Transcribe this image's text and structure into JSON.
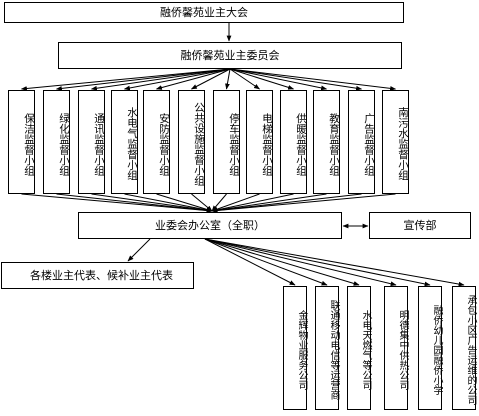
{
  "top": {
    "label": "融侨馨苑业主大会"
  },
  "committee": {
    "label": "融侨馨苑业主委员会"
  },
  "groups": [
    {
      "label": "保洁监督小组"
    },
    {
      "label": "绿化监督小组"
    },
    {
      "label": "通讯监督小组"
    },
    {
      "label": "水电气监督小组"
    },
    {
      "label": "安防监督小组"
    },
    {
      "label": "公共设施监督小组"
    },
    {
      "label": "停车监督小组"
    },
    {
      "label": "电梯监督小组"
    },
    {
      "label": "供暖监督小组"
    },
    {
      "label": "教育监督小组"
    },
    {
      "label": "广告监督小组"
    },
    {
      "label": "南污水监督小组"
    }
  ],
  "office": {
    "label": "业委会办公室（全职）"
  },
  "publicity": {
    "label": "宣传部"
  },
  "representatives": {
    "label": "各楼业主代表、候补业主代表"
  },
  "partners": [
    {
      "label": "金辉物业服务公司"
    },
    {
      "label": "联通移动电信等运营商"
    },
    {
      "label": "水电天燃气等公司"
    },
    {
      "label": "明德集中供热公司"
    },
    {
      "label": "融侨幼儿园融侨小学"
    },
    {
      "label": "承包小区广告运维的公司"
    }
  ]
}
